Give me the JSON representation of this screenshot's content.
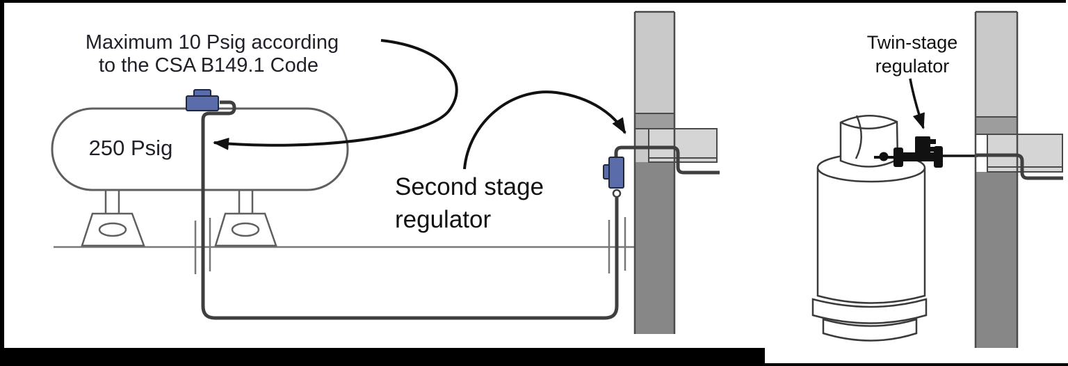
{
  "diagram": {
    "left": {
      "max_label": {
        "line1": "Maximum 10 Psig according",
        "line2": "to the CSA B149.1 Code"
      },
      "tank_pressure": "250 Psig",
      "second_stage_label": {
        "line1": "Second stage",
        "line2": "regulator"
      }
    },
    "right": {
      "twin_stage_label": {
        "line1": "Twin-stage",
        "line2": "regulator"
      }
    }
  },
  "colors": {
    "regulator_blue": "#5b6cab",
    "wall_light": "#c9c9c9",
    "wall_medium": "#9d9d9d",
    "wall_dark": "#878787",
    "floor_light": "#d5d5d5",
    "pipe_dark": "#3f3f3f",
    "outline_gray": "#5f5f5f",
    "arrow_black": "#111111",
    "text_dark": "#202028"
  }
}
